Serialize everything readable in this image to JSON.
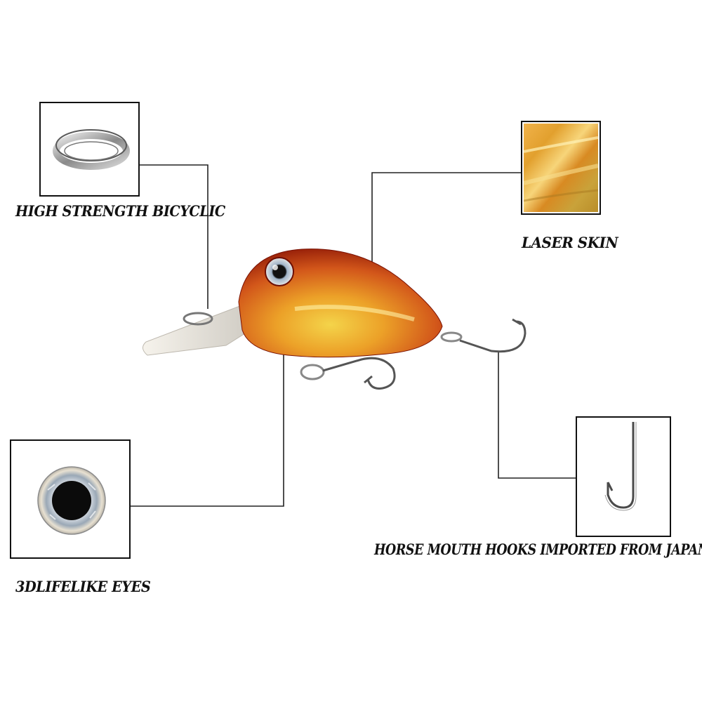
{
  "features": {
    "split_ring": {
      "label": "HIGH STRENGTH BICYCLIC",
      "icon": "split-ring-icon"
    },
    "laser_skin": {
      "label": "LASER SKIN",
      "icon": "laser-skin-swatch"
    },
    "eyes": {
      "label": "3DLIFELIKE EYES",
      "icon": "3d-eye-icon"
    },
    "hooks": {
      "label": "HORSE MOUTH HOOKS IMPORTED FROM JAPAN",
      "icon": "fish-hook-icon"
    }
  },
  "product": {
    "name": "crankbait-lure"
  },
  "colors": {
    "lure_dark_red": "#9c1a08",
    "lure_orange": "#e8891c",
    "lure_gold": "#e9c23a",
    "line": "#222222"
  }
}
